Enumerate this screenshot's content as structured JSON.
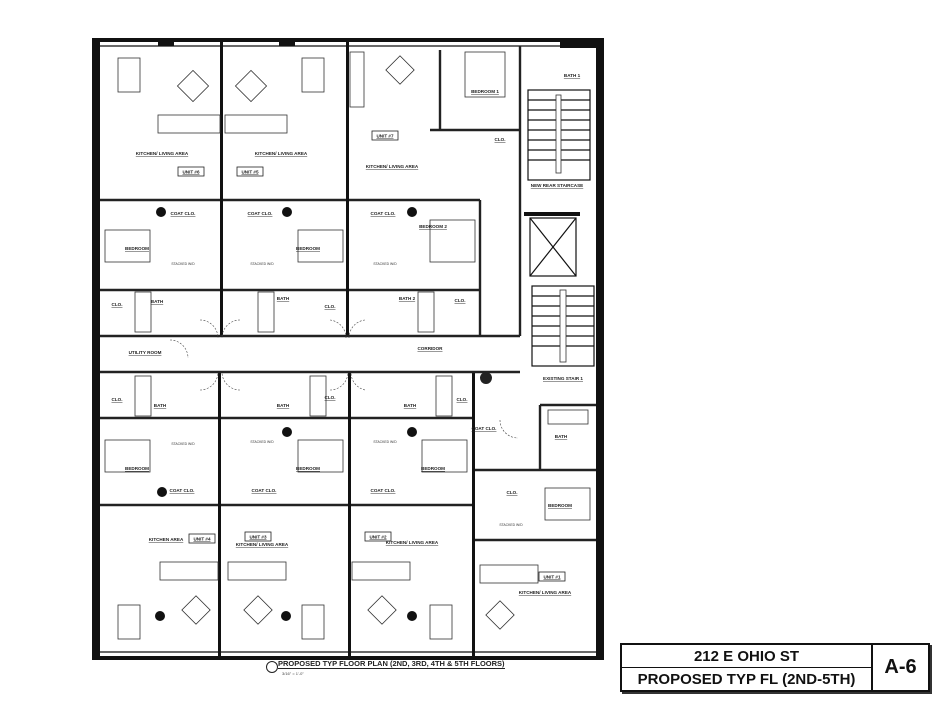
{
  "title_block": {
    "address": "212 E OHIO ST",
    "sheet_title": "PROPOSED TYP FL (2ND-5TH)",
    "sheet_number": "A-6"
  },
  "plan": {
    "title": "PROPOSED TYP FLOOR PLAN (2ND, 3RD, 4TH & 5TH FLOORS)",
    "scale": "3/16\" = 1'-0\""
  },
  "common": {
    "utility_room": "UTILITY ROOM",
    "corridor": "CORRIDOR",
    "new_rear_staircase": "NEW REAR STAIRCASE",
    "existing_stair": "EXISTING STAIR 1"
  },
  "units": [
    {
      "label": "UNIT #6",
      "kitchen": "KITCHEN/ LIVING AREA",
      "bedroom": "BEDROOM",
      "bath": "BATH",
      "clo": "CLO.",
      "coat": "COAT CLO.",
      "wd": "STACKED W/D"
    },
    {
      "label": "UNIT #5",
      "kitchen": "KITCHEN/ LIVING AREA",
      "bedroom": "BEDROOM",
      "bath": "BATH",
      "clo": "CLO.",
      "coat": "COAT CLO.",
      "wd": "STACKED W/D"
    },
    {
      "label": "UNIT #7",
      "kitchen": "KITCHEN/ LIVING AREA",
      "bedroom": "BEDROOM 1",
      "bedroom2": "BEDROOM 2",
      "bath": "BATH 1",
      "bath2": "BATH 2",
      "clo": "CLO.",
      "clo2": "CLO.",
      "coat": "COAT CLO.",
      "wd": "STACKED W/D"
    },
    {
      "label": "UNIT #4",
      "kitchen": "KITCHEN AREA",
      "bedroom": "BEDROOM",
      "bath": "BATH",
      "clo": "CLO.",
      "coat": "COAT CLO.",
      "wd": "STACKED W/D"
    },
    {
      "label": "UNIT #3",
      "kitchen": "KITCHEN/ LIVING AREA",
      "bedroom": "BEDROOM",
      "bath": "BATH",
      "clo": "CLO.",
      "coat": "COAT CLO.",
      "wd": "STACKED W/D"
    },
    {
      "label": "UNIT #2",
      "kitchen": "KITCHEN/ LIVING AREA",
      "bedroom": "BEDROOM",
      "bath": "BATH",
      "clo": "CLO.",
      "coat": "COAT CLO.",
      "wd": "STACKED W/D"
    },
    {
      "label": "UNIT #1",
      "kitchen": "KITCHEN/ LIVING AREA",
      "bedroom": "BEDROOM",
      "bath": "BATH",
      "clo": "CLO.",
      "coat": "COAT CLO.",
      "wd": "STACKED W/D"
    }
  ]
}
